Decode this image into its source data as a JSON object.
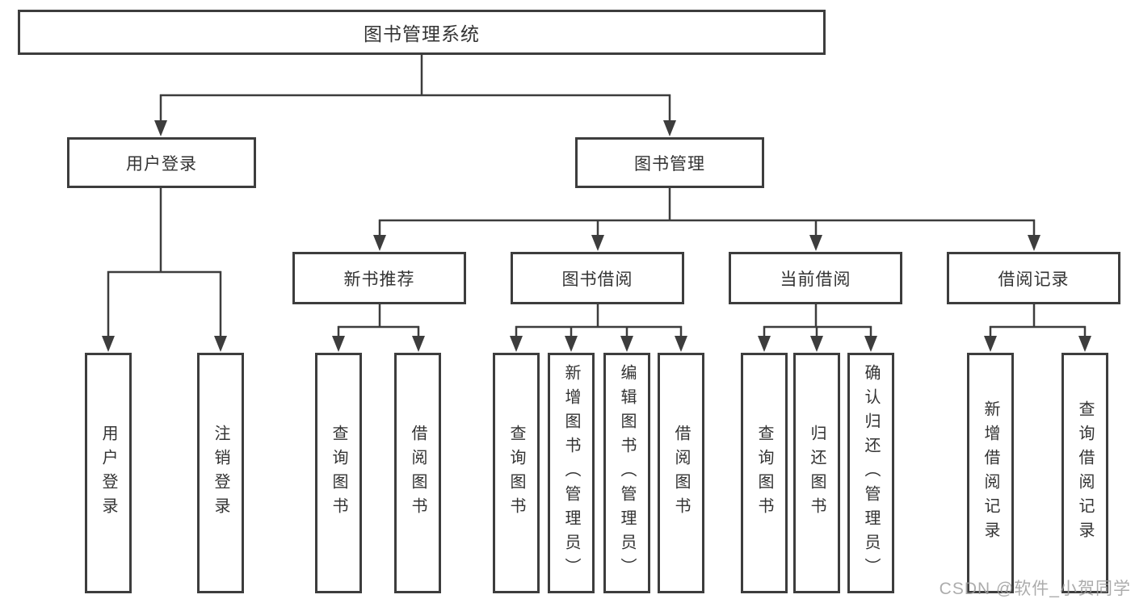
{
  "diagram": {
    "title": "图书管理系统",
    "colors": {
      "line": "#3d3d3d",
      "text": "#333333",
      "background": "#ffffff",
      "watermark": "#9e9e9e"
    },
    "root": {
      "label": "图书管理系统"
    },
    "level2": [
      {
        "label": "用户登录"
      },
      {
        "label": "图书管理"
      }
    ],
    "level3": [
      {
        "label": "新书推荐"
      },
      {
        "label": "图书借阅"
      },
      {
        "label": "当前借阅"
      },
      {
        "label": "借阅记录"
      }
    ],
    "leaves": {
      "user_login": [
        {
          "label": "用户登录"
        },
        {
          "label": "注销登录"
        }
      ],
      "new_book_recommend": [
        {
          "label": "查询图书"
        },
        {
          "label": "借阅图书"
        }
      ],
      "book_borrow": [
        {
          "label": "查询图书"
        },
        {
          "label": "新增图书（管理员）"
        },
        {
          "label": "编辑图书（管理员）"
        },
        {
          "label": "借阅图书"
        }
      ],
      "current_borrow": [
        {
          "label": "查询图书"
        },
        {
          "label": "归还图书"
        },
        {
          "label": "确认归还（管理员）"
        }
      ],
      "borrow_record": [
        {
          "label": "新增借阅记录"
        },
        {
          "label": "查询借阅记录"
        }
      ]
    },
    "watermark": "CSDN @软件_小贺同学"
  }
}
